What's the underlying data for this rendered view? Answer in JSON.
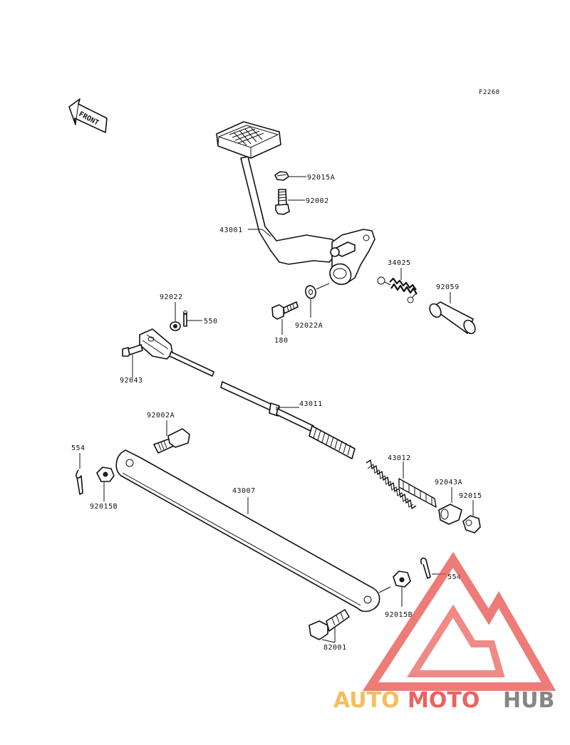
{
  "figure_code": "F2260",
  "front_label": "FRONT",
  "parts": {
    "nut_92015A": "92015A",
    "bolt_92002": "92002",
    "pedal_43001": "43001",
    "spring_34025": "34025",
    "sleeve_92059": "92059",
    "washer_92022A": "92022A",
    "bolt_180": "180",
    "washer_92022": "92022",
    "pin_550": "550",
    "pin_92043": "92043",
    "rod_43011": "43011",
    "bolt_92002A": "92002A",
    "clip_554_left": "554",
    "nut_92015B_left": "92015B",
    "arm_43007": "43007",
    "spring_43012": "43012",
    "joint_92043A": "92043A",
    "nut_92015": "92015",
    "clip_554_right": "554",
    "nut_92015B_right": "92015B",
    "bolt_82001": "82001"
  },
  "watermark": {
    "part1": "AUTO",
    "part2": "MOTO",
    "part3": "HUB",
    "color_orange": "#f5b84a",
    "color_red": "#e8534f",
    "color_gray": "#7a7a7a"
  }
}
